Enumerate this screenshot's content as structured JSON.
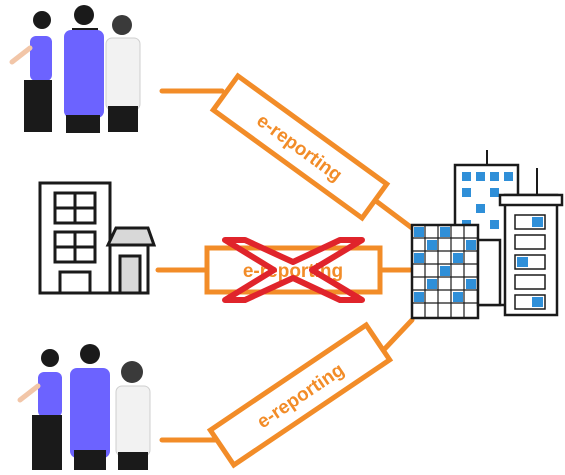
{
  "diagram": {
    "colors": {
      "accent": "#f28c28",
      "cross": "#e0242b",
      "people_primary": "#6c63ff",
      "window_blue": "#2f8fd8",
      "outline": "#1a1a1a"
    },
    "connectors": [
      {
        "from": "individuals-top",
        "label": "e-reporting",
        "crossed": false
      },
      {
        "from": "small-business",
        "label": "e-reporting",
        "crossed": true
      },
      {
        "from": "individuals-bottom",
        "label": "e-reporting",
        "crossed": false
      }
    ],
    "target": "office-buildings"
  }
}
